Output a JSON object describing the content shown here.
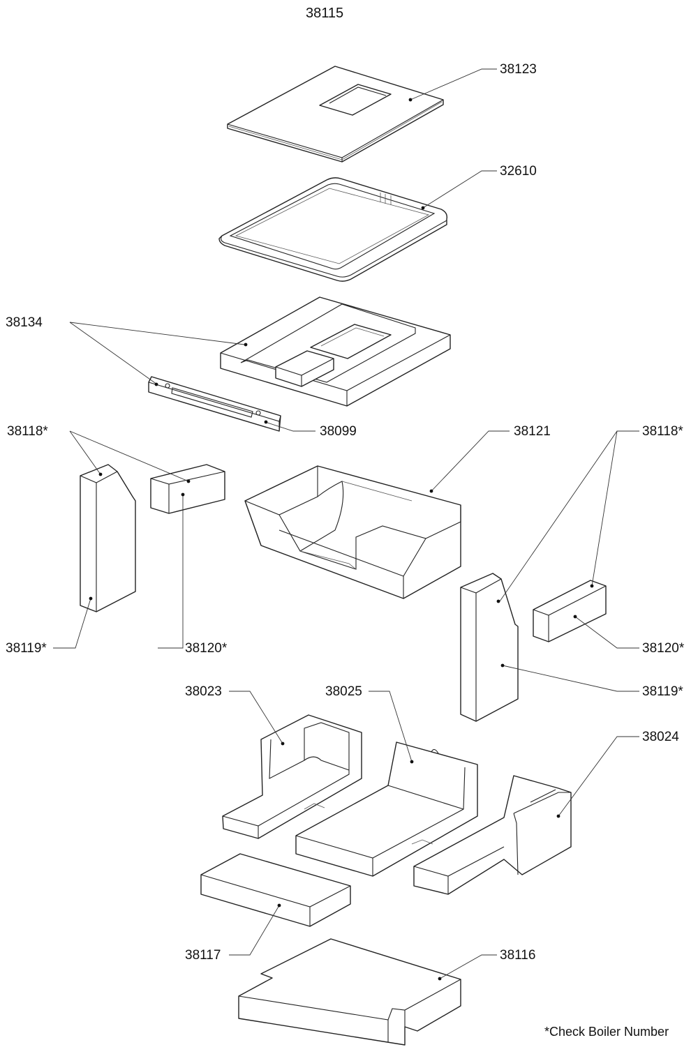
{
  "title": "38115",
  "note": "*Check Boiler Number",
  "parts": {
    "p38123": "38123",
    "p32610": "32610",
    "p38134": "38134",
    "p38099": "38099",
    "p38121": "38121",
    "p38118_left": "38118*",
    "p38118_right": "38118*",
    "p38119_left": "38119*",
    "p38119_right": "38119*",
    "p38120_left": "38120*",
    "p38120_right": "38120*",
    "p38023": "38023",
    "p38025": "38025",
    "p38024": "38024",
    "p38117": "38117",
    "p38116": "38116"
  }
}
